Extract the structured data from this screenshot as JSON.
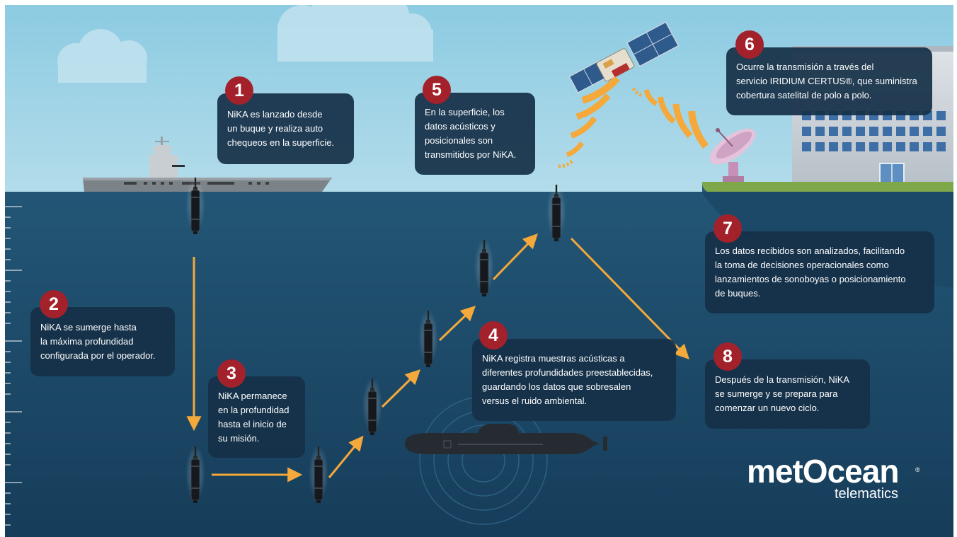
{
  "colors": {
    "sky": "#9dd0e4",
    "ocean": "#1d4b6b",
    "box": "#163048",
    "badge": "#a3212b",
    "arrow": "#f4a93a",
    "land": "#7ea84a"
  },
  "steps": [
    {
      "num": "1",
      "text": "NiKA es lanzado desde\nun buque y realiza auto\nchequeos en la superficie."
    },
    {
      "num": "2",
      "text": "NiKA se sumerge hasta\nla máxima profundidad\nconfigurada por el operador."
    },
    {
      "num": "3",
      "text": "NiKA permanece\nen la profundidad\nhasta el inicio de\nsu misión."
    },
    {
      "num": "4",
      "text": "NiKA registra muestras acústicas a\ndiferentes profundidades preestablecidas,\nguardando los datos que sobresalen\nversus el ruido ambiental."
    },
    {
      "num": "5",
      "text": "En la superficie, los\ndatos acústicos y\nposicionales son\ntransmitidos por NiKA."
    },
    {
      "num": "6",
      "text": "Ocurre la transmisión a través del\nservicio IRIDIUM CERTUS®, que suministra\ncobertura satelital de polo a polo."
    },
    {
      "num": "7",
      "text": "Los datos recibidos son analizados, facilitando\nla toma de decisiones operacionales como\nlanzamientos de sonoboyas o posicionamiento\nde buques."
    },
    {
      "num": "8",
      "text": "Después de la transmisión, NiKA\nse sumerge y se prepara para\ncomenzar un nuevo ciclo."
    }
  ],
  "logo": {
    "main": "metOcean",
    "sub": "telematics",
    "registered": "®"
  },
  "icons": [
    "ship-icon",
    "submarine-icon",
    "satellite-icon",
    "satellite-dish-icon",
    "building-icon",
    "float-icon",
    "cloud-icon",
    "signal-waves-icon",
    "sonar-rings-icon",
    "arrow-icon",
    "depth-ruler-icon"
  ]
}
